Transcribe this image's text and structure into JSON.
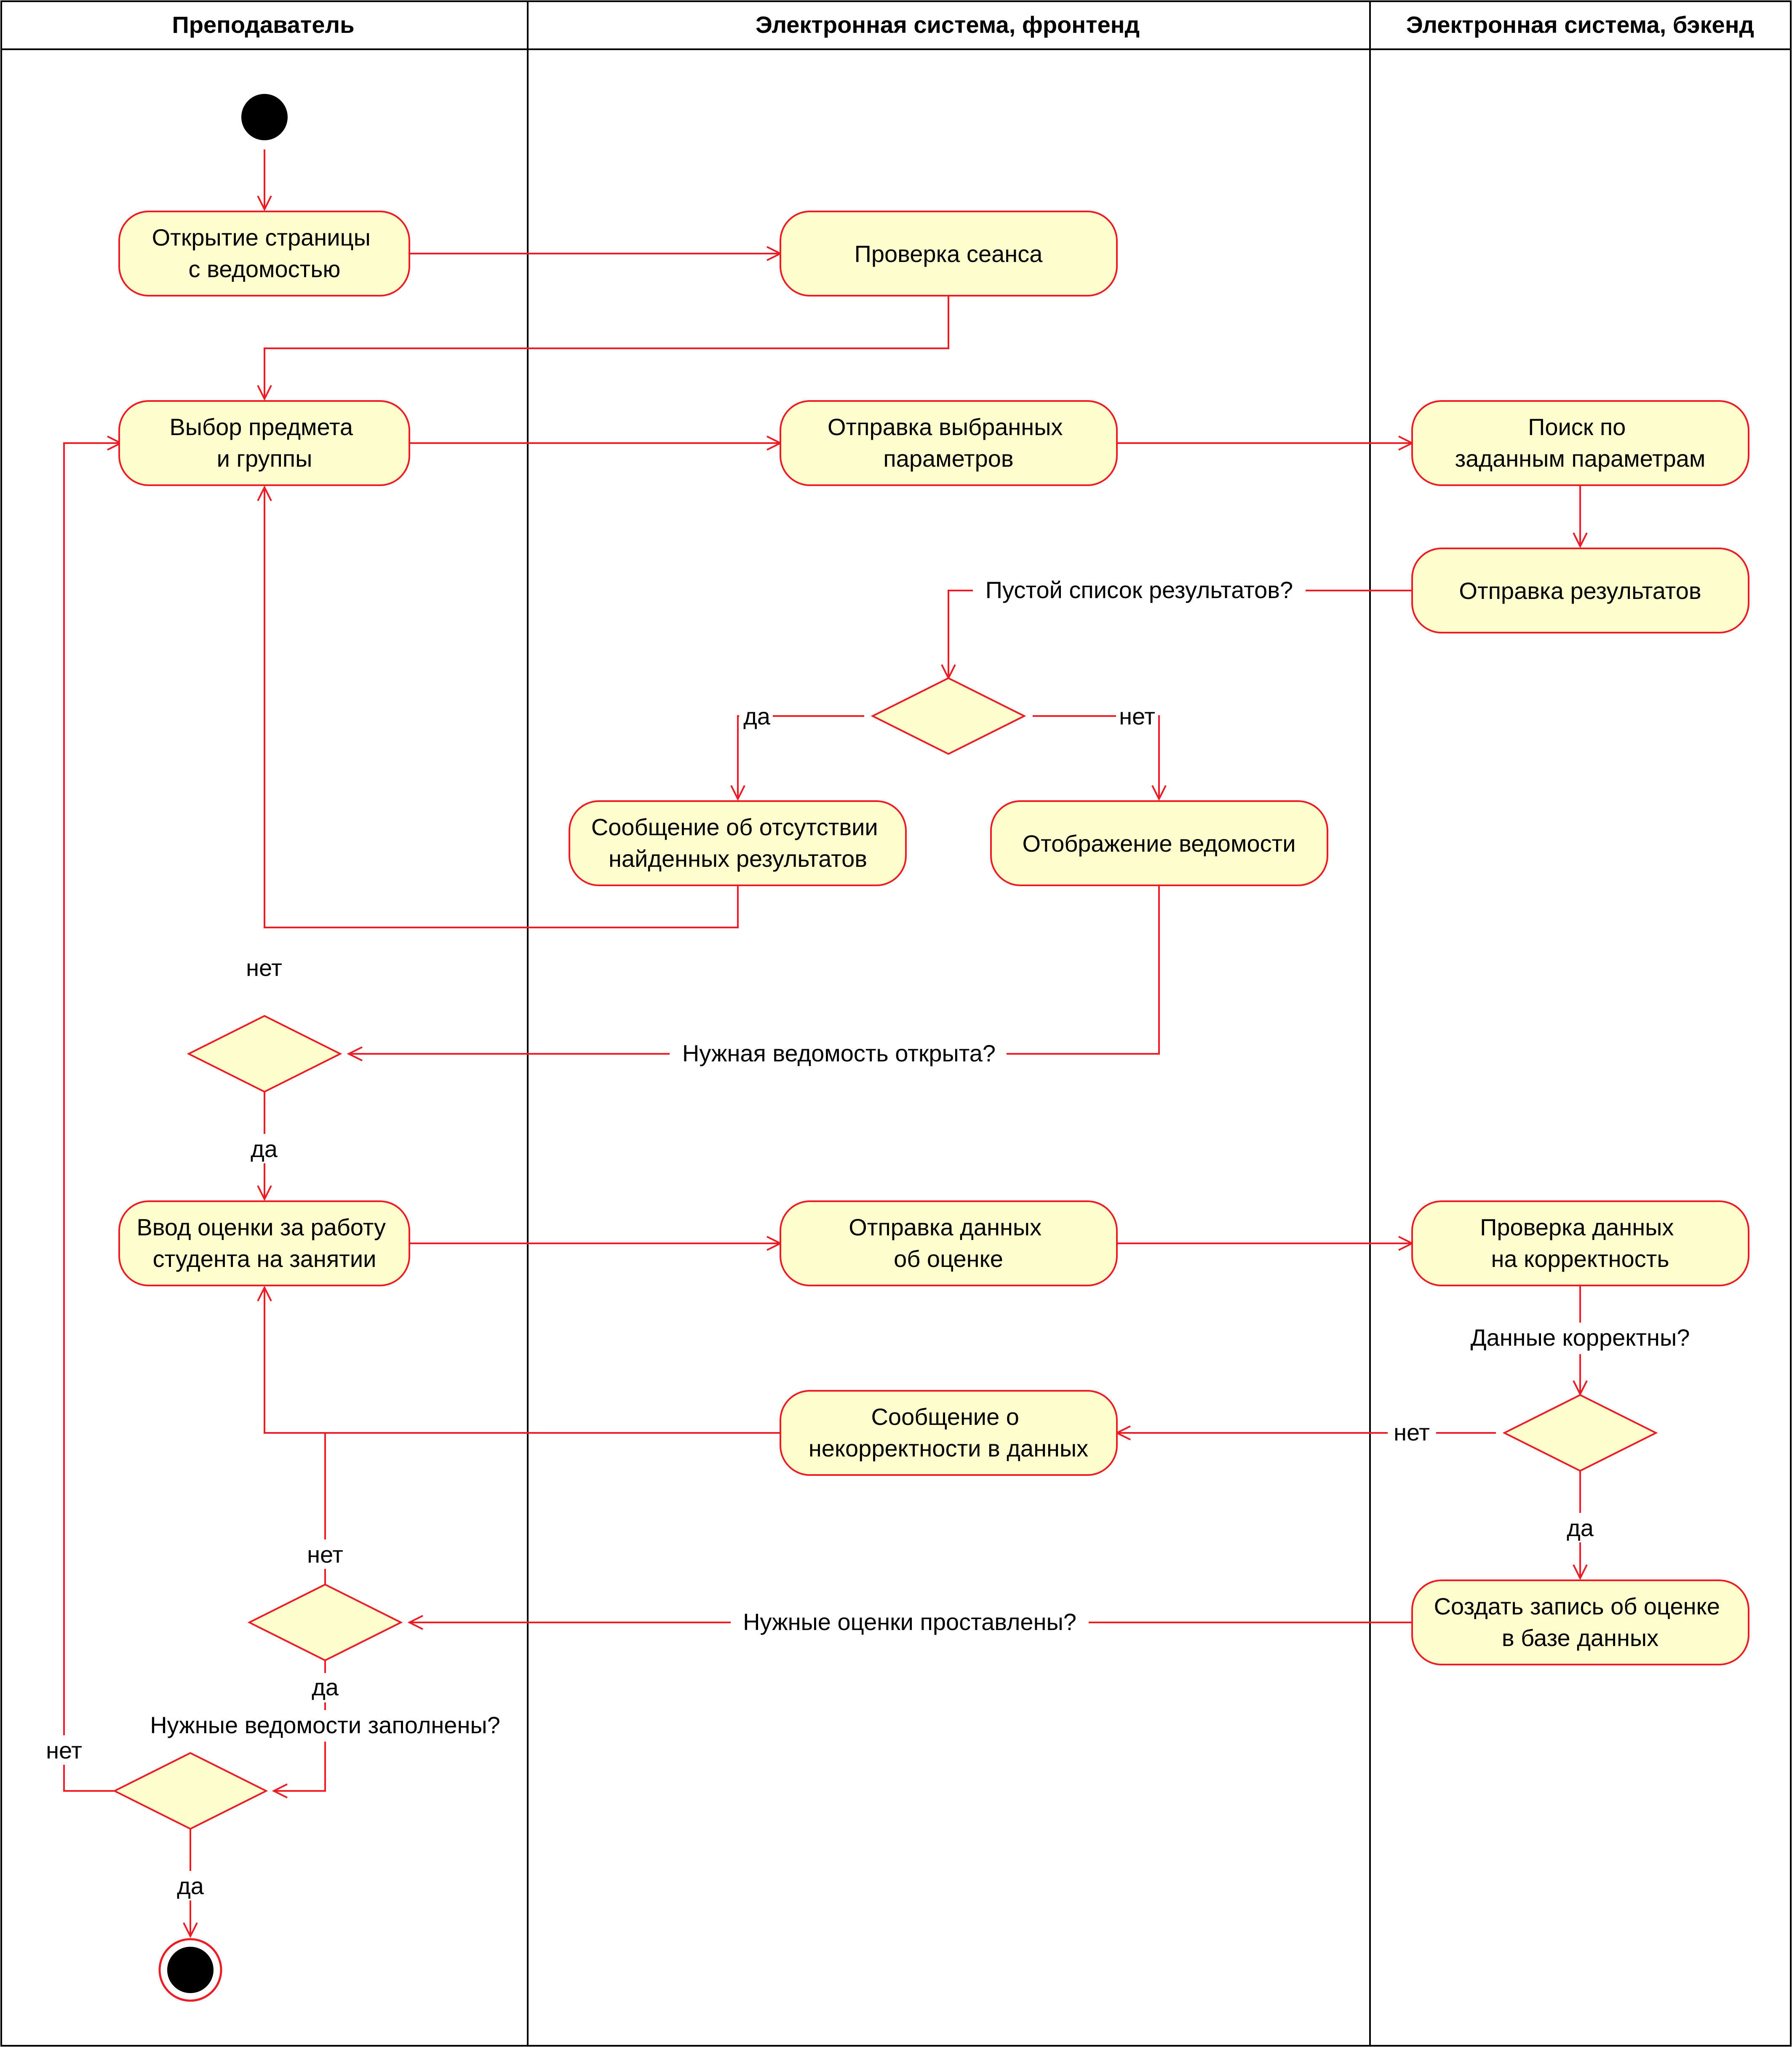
{
  "colors": {
    "accent": "#ed1c24",
    "node_fill": "#fefece",
    "border": "#000000"
  },
  "lanes": [
    {
      "id": "teacher",
      "title": "Преподаватель"
    },
    {
      "id": "frontend",
      "title": "Электронная система, фронтенд"
    },
    {
      "id": "backend",
      "title": "Электронная система, бэкенд"
    }
  ],
  "nodes": {
    "open_page": [
      "Открытие страницы",
      "с ведомостью"
    ],
    "check_session": [
      "Проверка сеанса"
    ],
    "choose_subject": [
      "Выбор предмета",
      "и группы"
    ],
    "send_params": [
      "Отправка выбранных",
      "параметров"
    ],
    "search": [
      "Поиск по",
      "заданным параметрам"
    ],
    "send_results": [
      "Отправка результатов"
    ],
    "no_results_msg": [
      "Сообщение об отсутствии",
      "найденных результатов"
    ],
    "show_sheet": [
      "Отображение ведомости"
    ],
    "enter_grade": [
      "Ввод оценки за работу",
      "студента на занятии"
    ],
    "send_grade": [
      "Отправка данных",
      "об оценке"
    ],
    "validate": [
      "Проверка данных",
      "на корректность"
    ],
    "invalid_msg": [
      "Сообщение о",
      "некорректности в данных"
    ],
    "create_record": [
      "Создать запись об оценке",
      "в базе данных"
    ]
  },
  "edge_labels": {
    "empty_results": "Пустой список результатов?",
    "yes_empty": "да",
    "no_empty": "нет",
    "sheet_open": "Нужная ведомость открыта?",
    "no_sheet": "нет",
    "yes_sheet": "да",
    "data_valid": "Данные корректны?",
    "no_valid": "нет",
    "yes_valid": "да",
    "grades_set": "Нужные оценки проставлены?",
    "no_grades": "нет",
    "yes_grades": "да",
    "sheets_filled": "Нужные ведомости заполнены?",
    "no_filled": "нет",
    "yes_filled": "да"
  }
}
